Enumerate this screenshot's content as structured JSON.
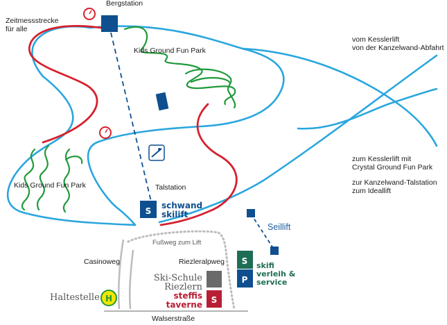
{
  "labels": {
    "bergstation": "Bergstation",
    "zeitmess_line1": "Zeitmessstrecke",
    "zeitmess_line2": "für alle",
    "kids_park_top": "Kids Ground Fun Park",
    "kids_park_left": "Kids Ground Fun Park",
    "talstation": "Talstation",
    "kessler_line1": "vom Kesslerlift",
    "kessler_line2": "von der Kanzelwand-Abfahrt",
    "crystal_line1": "zum Kesslerlift mit",
    "crystal_line2": "Crystal Ground Fun Park",
    "kanzel_line1": "zur Kanzelwand-Talstation",
    "kanzel_line2": "zum Ideallift",
    "seillift": "Seillift",
    "fussweg": "Fußweg zum Lift",
    "casinoweg": "Casinoweg",
    "riezleralpweg": "Riezleralpweg",
    "haltestelle": "Haltestelle",
    "walserstrasse": "Walserstraße"
  },
  "brands": {
    "schwand_letter": "S",
    "schwand_line1": "schwand",
    "schwand_line2": "skilift",
    "skischule_line1": "Ski-Schule",
    "skischule_line2": "Riezlern",
    "steffis_letter": "S",
    "steffis_line1": "steffis",
    "steffis_line2": "taverne",
    "skifi_letter_s": "S",
    "skifi_letter_p": "P",
    "skifi_line1": "skifi",
    "skifi_line2": "verleih &",
    "skifi_line3": "service",
    "bus_letter": "H"
  },
  "colors": {
    "piste_blue": "#2aa6de",
    "piste_red": "#d6202d",
    "park_green": "#1f9a3a",
    "lift_navy": "#0f4f8f",
    "skifi_green": "#1e6e55",
    "steffis_red": "#b81f35",
    "bus_yellow": "#f2e600",
    "path_grey": "#bcbcbc"
  },
  "icons": [
    "stopwatch-icon",
    "ski-school-icon",
    "bus-stop-icon"
  ]
}
